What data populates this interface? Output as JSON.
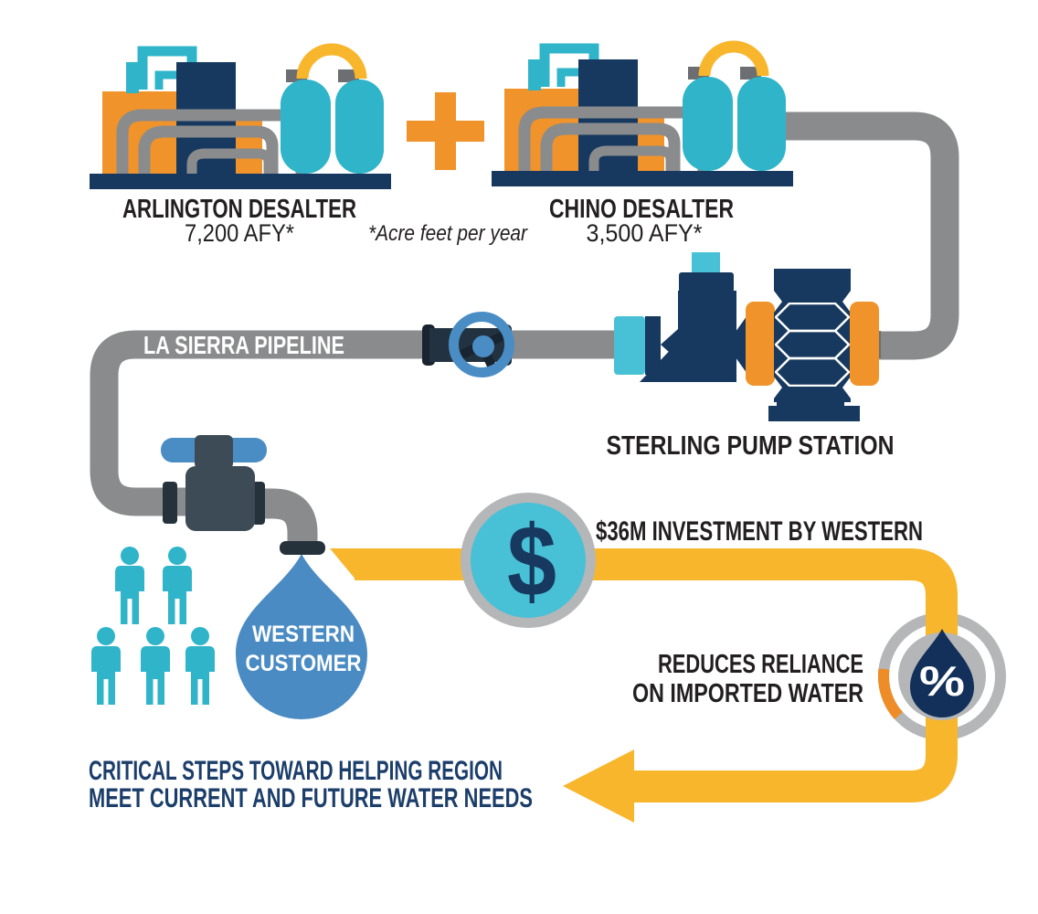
{
  "palette": {
    "teal": "#2fb4c9",
    "tealLight": "#48c0d6",
    "orange": "#f0932a",
    "orangeArc": "#ee8d27",
    "navy": "#17395f",
    "navyDrop": "#12305a",
    "yellow": "#f8b62d",
    "grayPipe": "#8a8b8d",
    "grayCap": "#6d6e71",
    "silver": "#b4b6b8",
    "blue": "#4a8dc5",
    "dropBlue": "#4b8bc3",
    "slate": "#3d4b56",
    "slateDark": "#25313b",
    "valveBody": "#223240",
    "valveCap": "#18242f",
    "textDark": "#231f20",
    "textNavy": "#1c3e6b"
  },
  "desalters": {
    "arlington": {
      "name": "ARLINGTON DESALTER",
      "capacity": "7,200 AFY*"
    },
    "chino": {
      "name": "CHINO DESALTER",
      "capacity": "3,500 AFY*"
    },
    "plus": "+",
    "footnote": "*Acre feet per year"
  },
  "pipeline": {
    "label": "LA SIERRA PIPELINE"
  },
  "pump": {
    "label": "STERLING PUMP STATION"
  },
  "investment": {
    "label": "$36M INVESTMENT BY WESTERN",
    "symbol": "$"
  },
  "customer": {
    "line1": "WESTERN",
    "line2": "CUSTOMER"
  },
  "imported": {
    "line1": "REDUCES RELIANCE",
    "line2": "ON IMPORTED WATER",
    "symbol": "%"
  },
  "conclusion": {
    "line1": "CRITICAL STEPS TOWARD HELPING REGION",
    "line2": "MEET CURRENT AND FUTURE WATER NEEDS"
  }
}
